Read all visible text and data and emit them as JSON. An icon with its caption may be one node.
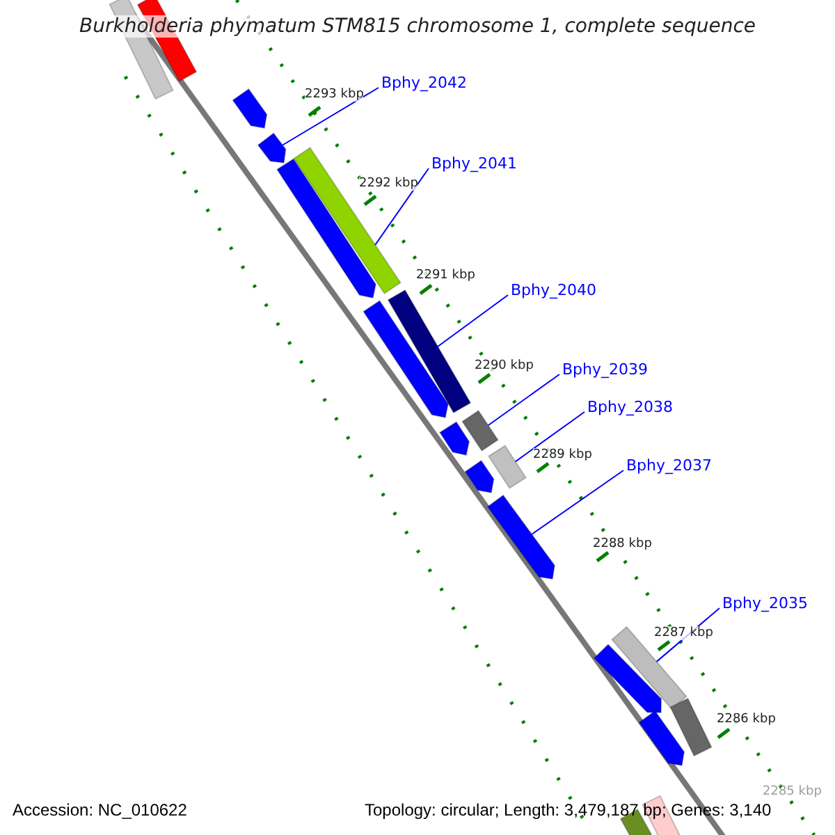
{
  "diagram": {
    "title": "Burkholderia phymatum STM815 chromosome 1, complete sequence",
    "nodes": [
      {
        "text": [
          "Bphy_2042"
        ]
      },
      {
        "text": [
          "Bphy_2041"
        ]
      },
      {
        "text": [
          "Bphy_2040"
        ]
      },
      {
        "text": [
          "Bphy_2039"
        ]
      },
      {
        "text": [
          "Bphy_2038"
        ]
      },
      {
        "text": [
          "Bphy_2037"
        ]
      },
      {
        "text": [
          "Bphy_2035"
        ]
      },
      {
        "text": [],
        "shape": "bar"
      },
      {
        "text": [],
        "shape": "bar"
      },
      {
        "text": [],
        "shape": "bar"
      },
      {
        "text": [],
        "shape": "bar"
      },
      {
        "text": [],
        "shape": "bar"
      },
      {
        "text": [],
        "shape": "bar"
      },
      {
        "text": [],
        "shape": "bar"
      },
      {
        "text": [],
        "shape": "bar"
      },
      {
        "text": [],
        "shape": "bar"
      },
      {
        "text": [],
        "shape": "bar"
      },
      {
        "text": [],
        "shape": "bar"
      },
      {
        "text": [],
        "shape": "bar"
      },
      {
        "text": [],
        "shape": "bar"
      },
      {
        "text": [],
        "shape": "bar"
      },
      {
        "text": [],
        "shape": "bar"
      },
      {
        "text": [],
        "shape": "bar"
      },
      {
        "text": [],
        "shape": "bar"
      },
      {
        "text": [],
        "shape": "bar"
      },
      {
        "text": [],
        "shape": "bar"
      }
    ],
    "edges": [
      {
        "from": 0,
        "to": 7,
        "arrow": "none"
      },
      {
        "from": 1,
        "to": 8,
        "arrow": "none"
      },
      {
        "from": 2,
        "to": 9,
        "arrow": "none"
      },
      {
        "from": 3,
        "to": 10,
        "arrow": "none"
      },
      {
        "from": 4,
        "to": 11,
        "arrow": "none"
      },
      {
        "from": 5,
        "to": 12,
        "arrow": "none"
      },
      {
        "from": 6,
        "to": 13,
        "arrow": "none"
      }
    ],
    "labels": [
      "2293 kbp",
      "2292 kbp",
      "2291 kbp",
      "2290 kbp",
      "2289 kbp",
      "2288 kbp",
      "2287 kbp",
      "2286 kbp",
      "2285 kbp",
      "Accession: NC_010622",
      "Topology: circular; Length: 3,479,187 bp; Genes: 3,140"
    ]
  }
}
